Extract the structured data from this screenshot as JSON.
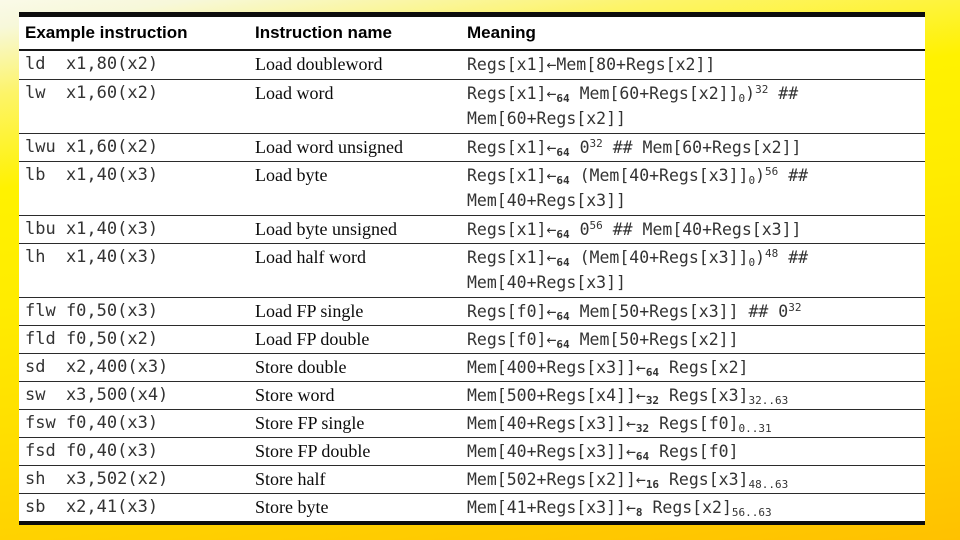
{
  "slide": {
    "colors": {
      "background_top": "#fafae8",
      "background_yellow": "#fff200",
      "background_bottom": "#ffc100",
      "table_background": "#ffffff",
      "rule_color": "#161616",
      "mono_text": "#333333",
      "serif_text": "#0a0a0a"
    }
  },
  "table": {
    "headers": [
      "Example instruction",
      "Instruction name",
      "Meaning"
    ],
    "rows": [
      {
        "example": "ld  x1,80(x2)",
        "name": "Load doubleword",
        "meaning": "Regs[x1]←Mem[80+Regs[x2]]",
        "tall": false
      },
      {
        "example": "lw  x1,60(x2)",
        "name": "Load word",
        "meaning": "Regs[x1]←~{64} Mem[60+Regs[x2]]_{0})^{32} ##\nMem[60+Regs[x2]]",
        "tall": true
      },
      {
        "example": "lwu x1,60(x2)",
        "name": "Load word unsigned",
        "meaning": "Regs[x1]←~{64} 0^{32} ## Mem[60+Regs[x2]]",
        "tall": false
      },
      {
        "example": "lb  x1,40(x3)",
        "name": "Load byte",
        "meaning": "Regs[x1]←~{64} (Mem[40+Regs[x3]]_{0})^{56} ##\nMem[40+Regs[x3]]",
        "tall": true
      },
      {
        "example": "lbu x1,40(x3)",
        "name": "Load byte unsigned",
        "meaning": "Regs[x1]←~{64} 0^{56} ## Mem[40+Regs[x3]]",
        "tall": false
      },
      {
        "example": "lh  x1,40(x3)",
        "name": "Load half word",
        "meaning": "Regs[x1]←~{64} (Mem[40+Regs[x3]]_{0})^{48} ##\nMem[40+Regs[x3]]",
        "tall": true
      },
      {
        "example": "flw f0,50(x3)",
        "name": "Load FP single",
        "meaning": "Regs[f0]←~{64} Mem[50+Regs[x3]] ## 0^{32}",
        "tall": false
      },
      {
        "example": "fld f0,50(x2)",
        "name": "Load FP double",
        "meaning": "Regs[f0]←~{64} Mem[50+Regs[x2]]",
        "tall": false
      },
      {
        "example": "sd  x2,400(x3)",
        "name": "Store double",
        "meaning": "Mem[400+Regs[x3]]←~{64} Regs[x2]",
        "tall": false
      },
      {
        "example": "sw  x3,500(x4)",
        "name": "Store word",
        "meaning": "Mem[500+Regs[x4]]←~{32} Regs[x3]_{32..63}",
        "tall": false
      },
      {
        "example": "fsw f0,40(x3)",
        "name": "Store FP single",
        "meaning": "Mem[40+Regs[x3]]←~{32} Regs[f0]_{0..31}",
        "tall": false
      },
      {
        "example": "fsd f0,40(x3)",
        "name": "Store FP double",
        "meaning": "Mem[40+Regs[x3]]←~{64} Regs[f0]",
        "tall": false
      },
      {
        "example": "sh  x3,502(x2)",
        "name": "Store half",
        "meaning": "Mem[502+Regs[x2]]←~{16} Regs[x3]_{48..63}",
        "tall": false
      },
      {
        "example": "sb  x2,41(x3)",
        "name": "Store byte",
        "meaning": "Mem[41+Regs[x3]]←~{8} Regs[x2]_{56..63}",
        "tall": false
      }
    ]
  }
}
